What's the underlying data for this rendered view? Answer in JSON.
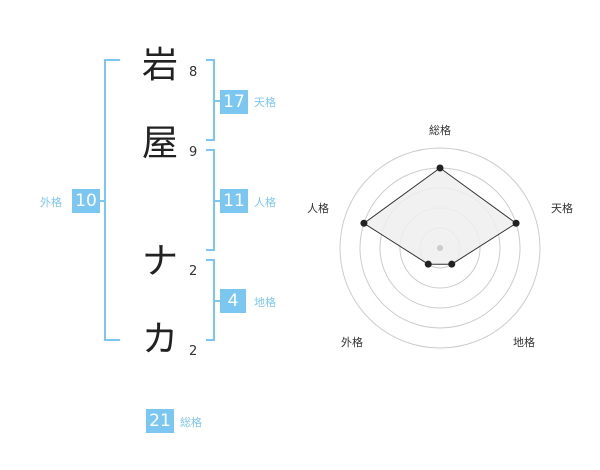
{
  "accent_color": "#7cc7f1",
  "name_chars": [
    {
      "char": "岩",
      "strokes": "8"
    },
    {
      "char": "屋",
      "strokes": "9"
    },
    {
      "char": "ナ",
      "strokes": "2"
    },
    {
      "char": "カ",
      "strokes": "2"
    }
  ],
  "fortune": {
    "tenkaku": {
      "value": "17",
      "label": "天格"
    },
    "jinkaku": {
      "value": "11",
      "label": "人格"
    },
    "chikaku": {
      "value": "4",
      "label": "地格"
    },
    "gaikaku": {
      "value": "10",
      "label": "外格"
    },
    "soukaku": {
      "value": "21",
      "label": "総格"
    }
  },
  "radar": {
    "axes": [
      "総格",
      "天格",
      "地格",
      "外格",
      "人格"
    ],
    "levels": 5,
    "values": [
      4,
      4,
      1,
      1,
      4
    ],
    "max": 5
  }
}
